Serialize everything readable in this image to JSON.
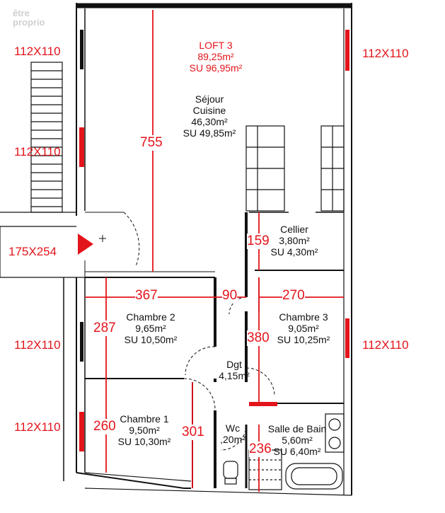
{
  "watermark": {
    "line1": "être",
    "line2": "proprio"
  },
  "loft": {
    "title": "LOFT 3",
    "area": "89,25m²",
    "su": "SU 96,95m²"
  },
  "rooms": {
    "sejour": {
      "name1": "Séjour",
      "name2": "Cuisine",
      "area": "46,30m²",
      "su": "SU 49,85m²"
    },
    "cellier": {
      "name": "Cellier",
      "area": "3,80m²",
      "su": "SU 4,30m²"
    },
    "chambre2": {
      "name": "Chambre 2",
      "area": "9,65m²",
      "su": "SU 10,50m²"
    },
    "chambre3": {
      "name": "Chambre 3",
      "area": "9,05m²",
      "su": "SU 10,25m²"
    },
    "dgt": {
      "name": "Dgt",
      "area": "4,15m²"
    },
    "chambre1": {
      "name": "Chambre 1",
      "area": "9,50m²",
      "su": "SU 10,30m²"
    },
    "wc": {
      "name": "Wc",
      "area": ",20m²"
    },
    "sdb": {
      "name": "Salle de Bain",
      "area": "5,60m²",
      "su": "SU 6,40m²"
    }
  },
  "windows": {
    "w1": "112X110",
    "w2": "112X110",
    "w3": "112X110",
    "w4": "112X110",
    "w5": "112X110",
    "w6": "112X110",
    "door": "175X254"
  },
  "dimensions": {
    "d755": "755",
    "d159": "159",
    "d367": "367",
    "d90": "90",
    "d270": "270",
    "d287": "287",
    "d380": "380",
    "d260": "260",
    "d301": "301",
    "d236": "236"
  },
  "colors": {
    "wall": "#111111",
    "dimension": "#e3141b"
  }
}
